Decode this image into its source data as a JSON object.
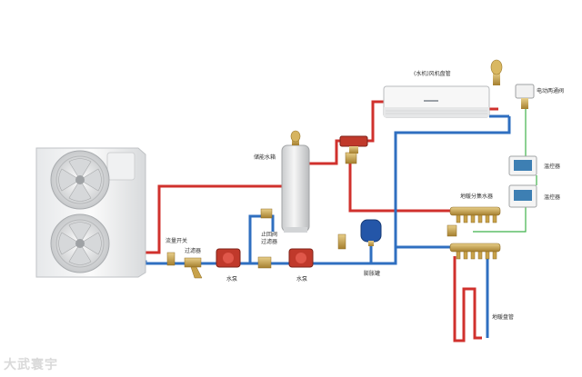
{
  "labels": {
    "fan_coil": "(水机)风机盘管",
    "motor_valve": "电动两通阀",
    "storage_tank": "储能水箱",
    "thermostat_1": "温控器",
    "thermostat_2": "温控器",
    "manifold": "地暖分集水器",
    "flow_switch": "流量开关",
    "filter": "过滤器",
    "check_valve": "止回阀",
    "check_filter": "过滤器",
    "pump_1": "水泵",
    "pump_2": "水泵",
    "expansion_tank": "膨胀罐",
    "floor_coil": "地暖盘管"
  },
  "thermostat_display": "",
  "colors": {
    "hot_pipe": "#d0312d",
    "cold_pipe": "#2f6fc0",
    "signal_wire": "#3fb24a",
    "brass": "#c8a24a",
    "expansion_tank": "#2456a8",
    "pump": "#c0392b"
  },
  "watermark": "大武寰宇"
}
